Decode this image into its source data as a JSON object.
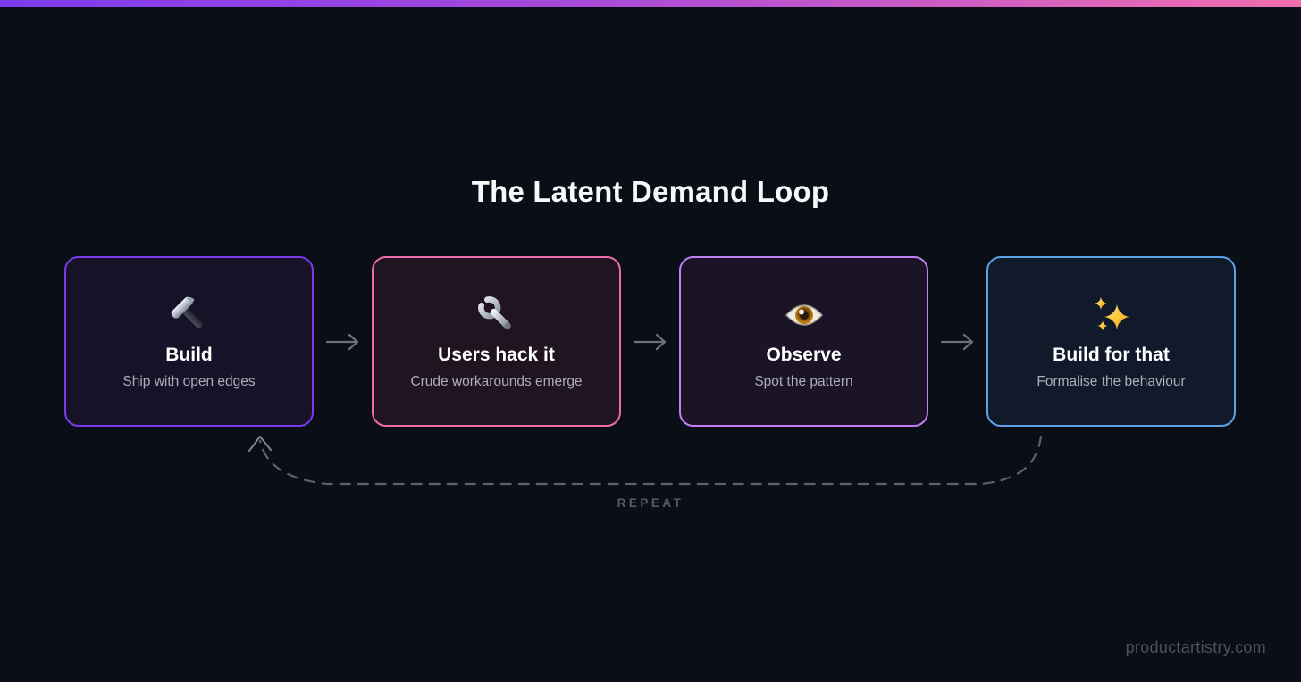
{
  "page": {
    "title": "The Latent Demand Loop",
    "repeat_label": "REPEAT",
    "watermark": "productartistry.com"
  },
  "colors": {
    "background": "#0a0e16",
    "top_bar_gradient": [
      "#7d3bf0",
      "#a84ad9",
      "#f26fae"
    ],
    "flow_arrow": "#6b727c",
    "loop_dash": "#5c626c",
    "loop_arrowhead": "#7a8089",
    "card_title_text": "#ffffff",
    "card_subtitle_text": "#a9aeb8",
    "repeat_text": "#555c68",
    "watermark_text": "#4b5260"
  },
  "icons": {
    "hammer": "🔨",
    "wrench": "🔧",
    "eye": "👁️",
    "sparkles": "✨",
    "flow_arrow": "→"
  },
  "steps": [
    {
      "icon": "hammer-icon",
      "emoji": "🔨",
      "title": "Build",
      "subtitle": "Ship with open edges",
      "border_color": "#7c3aed",
      "bg_color": "#181228"
    },
    {
      "icon": "wrench-icon",
      "emoji": "🔧",
      "title": "Users hack it",
      "subtitle": "Crude workarounds emerge",
      "border_color": "#ef6aad",
      "bg_color": "#1f1420"
    },
    {
      "icon": "eye-icon",
      "emoji": "👁️",
      "title": "Observe",
      "subtitle": "Spot the pattern",
      "border_color": "#c17ef5",
      "bg_color": "#1b1427"
    },
    {
      "icon": "sparkles-icon",
      "emoji": "✨",
      "title": "Build for that",
      "subtitle": "Formalise the behaviour",
      "border_color": "#5da2e8",
      "bg_color": "#111a2b"
    }
  ]
}
